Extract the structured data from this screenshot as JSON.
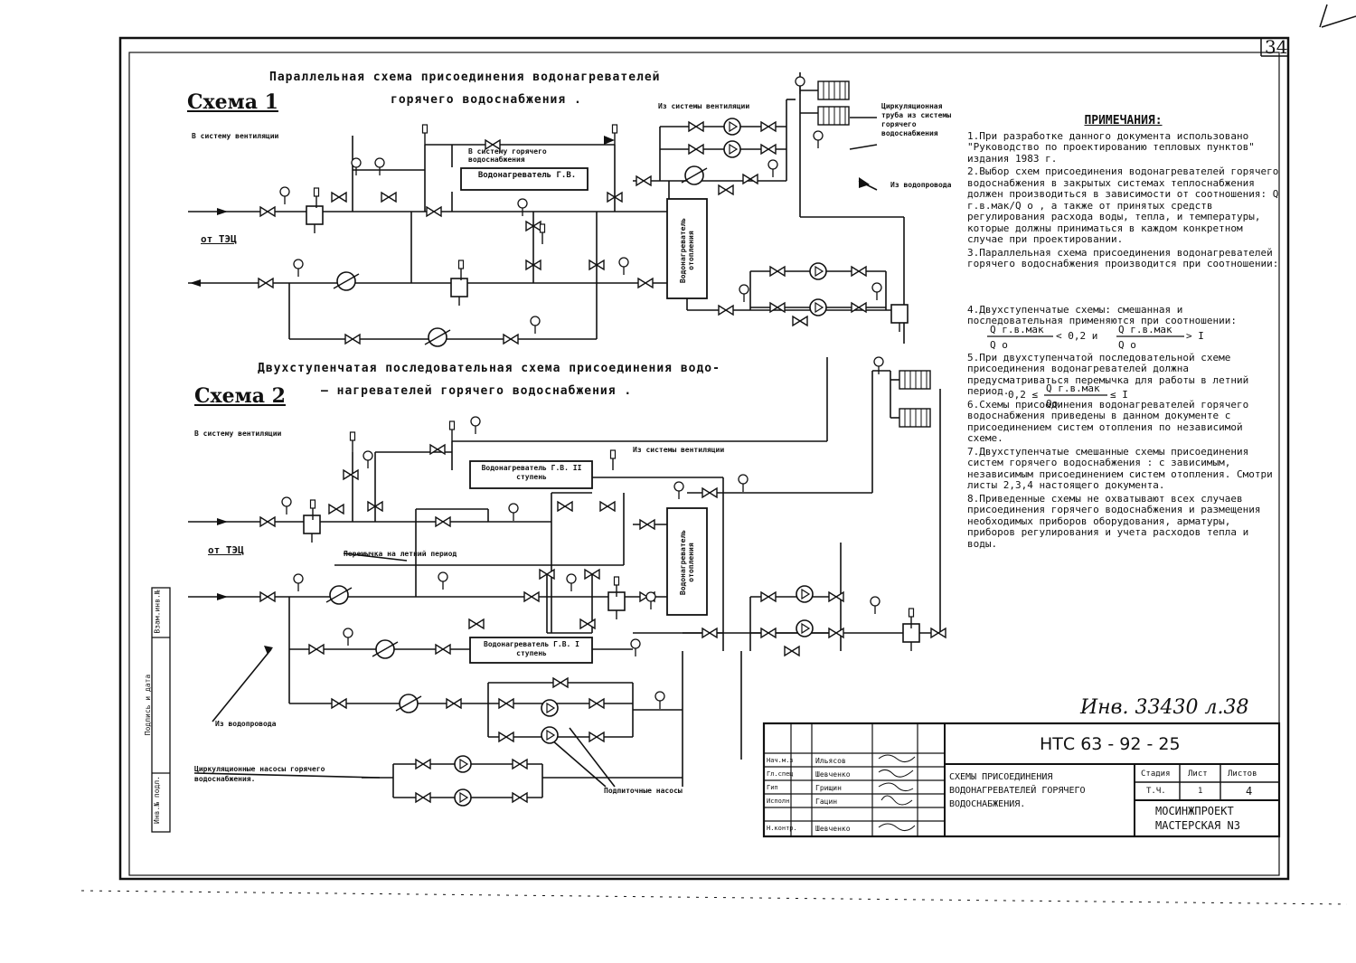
{
  "sheet_number": "34",
  "schema1": {
    "label": "Схема 1",
    "title_line1": "Параллельная схема присоединения водонагревателей",
    "title_line2": "горячего водоснабжения .",
    "labels": {
      "to_ventilation": "В систему вентиляции",
      "from_ventilation": "Из системы вентиляции",
      "to_hot_water": "В систему горячего водоснабжения",
      "heater": "Водонагреватель Г.В.",
      "from_tec": "от ТЭЦ",
      "heating_heater": "Водонагреватель отопления",
      "circulation_pipe": "Циркуляционная труба из системы горячего водоснабжения",
      "from_water_supply": "Из водопровода"
    }
  },
  "schema2": {
    "label": "Схема 2",
    "title_line1": "Двухступенчатая последовательная схема присоединения водо-",
    "title_line2": "– нагревателей горячего водоснабжения .",
    "labels": {
      "to_ventilation": "В систему вентиляции",
      "from_ventilation": "Из системы вентиляции",
      "heater_stage2": "Водонагреватель Г.В. II ступень",
      "heater_stage1": "Водонагреватель Г.В. I ступень",
      "from_tec": "от ТЭЦ",
      "summer_bypass": "Перемычка на летний период",
      "heating_heater": "Водонагреватель отопления",
      "from_water_supply": "Из водопровода",
      "circulation_pumps": "Циркуляционные насосы горячего водоснабжения.",
      "makeup_pumps": "Подпиточные насосы"
    }
  },
  "notes": {
    "heading": "ПРИМЕЧАНИЯ:",
    "items": [
      "1.При разработке данного документа использовано \"Руководство по проектированию тепловых пунктов\" издания 1983 г.",
      "2.Выбор схем присоединения водонагревателей горячего водоснабжения в закрытых системах теплоснабжения должен производиться в зависимости от соотношения: Q г.в.мак/Q о , а также от принятых средств регулирования расхода воды, тепла, и температуры, которые должны приниматься в каждом конкретном случае при проектировании.",
      "3.Параллельная схема присоединения водонагревателей горячего водоснабжения производится при соотношении:",
      "4.Двухступенчатые схемы: смешанная и последовательная применяются при соотношении:",
      "5.При двухступенчатой последовательной схеме присоединения водонагревателей должна предусматриваться перемычка для работы в летний период.",
      "6.Схемы присоединения водонагревателей горячего водоснабжения приведены в данном документе с присоединением систем отопления по независимой схеме.",
      "7.Двухступенчатые смешанные схемы присоединения систем горячего водоснабжения : с зависимым, независимым присоединением систем отопления. Смотри листы 2,3,4 настоящего документа.",
      "8.Приведенные схемы не охватывают всех случаев присоединения горячего водоснабжения и размещения необходимых приборов оборудования, арматуры, приборов регулирования и учета расходов тепла и воды."
    ],
    "formula3_a": "Q г.в.мак",
    "formula3_a_den": "Q о",
    "formula3_a_rel": "< 0,2 и",
    "formula3_b": "Q г.в.мак",
    "formula3_b_den": "Q о",
    "formula3_b_rel": "> I",
    "formula4_pre": "0,2 ≤",
    "formula4_num": "Q г.в.мак",
    "formula4_den": "Qо",
    "formula4_rel": "≤ I"
  },
  "stamp_handwritten": "Инв. 33430 л.38",
  "title_block": {
    "code": "НТС 63 - 92 - 25",
    "title": "СХЕМЫ ПРИСОЕДИНЕНИЯ ВОДОНАГРЕВАТЕЛЕЙ ГОРЯЧЕГО ВОДОСНАБЖЕНИЯ.",
    "roles": [
      "Нач.м.з",
      "Гл.спец",
      "Гип",
      "Исполн",
      "Н.контр."
    ],
    "names": [
      "Ильясов",
      "Шевченко",
      "Грищин",
      "Гацин",
      "Шевченко"
    ],
    "col_stage": "Стадия",
    "col_sheet": "Лист",
    "col_sheets": "Листов",
    "stage": "Т.Ч.",
    "sheet": "1",
    "sheets": "4",
    "org_line1": "МОСИНЖПРОЕКТ",
    "org_line2": "МАСТЕРСКАЯ N3"
  },
  "side_strip": [
    "Инв.№ подл.",
    "Подпись и дата",
    "Взам.инв.№"
  ]
}
